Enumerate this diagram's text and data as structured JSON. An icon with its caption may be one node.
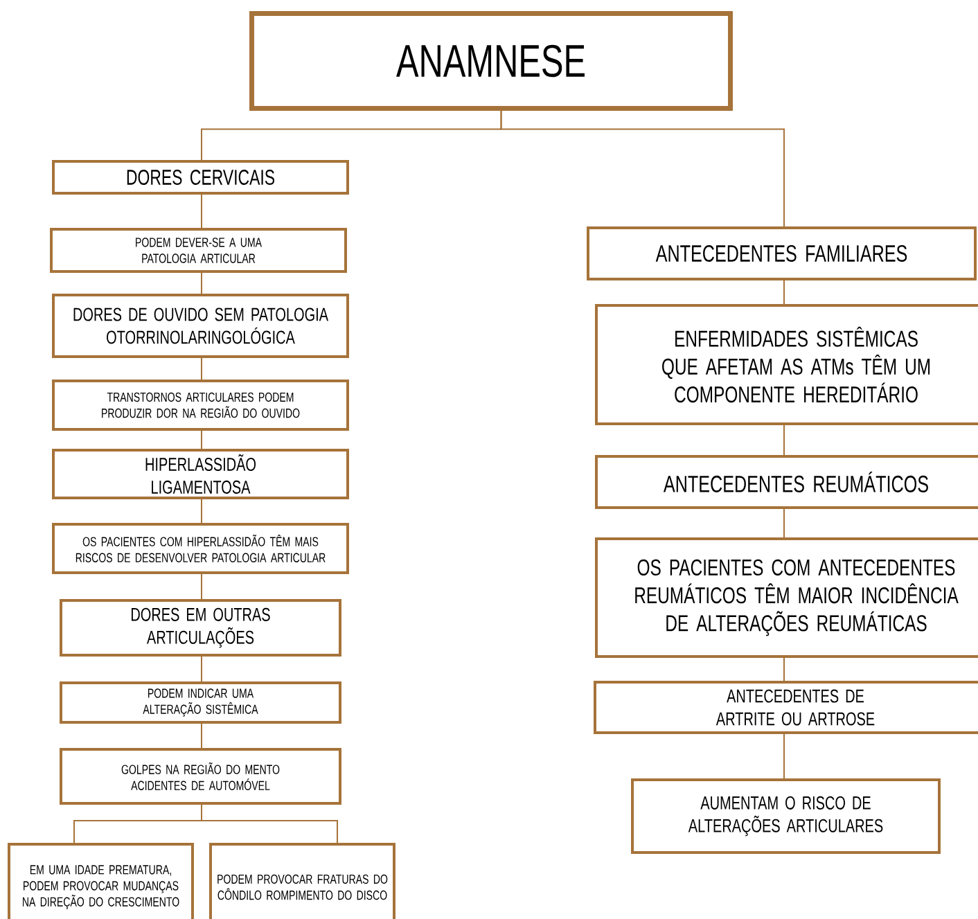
{
  "diagram": {
    "nodes": [
      {
        "text": [
          "ANAMNESE"
        ]
      },
      {
        "text": [
          "DORES CERVICAIS"
        ]
      },
      {
        "text": [
          "PODEM DEVER-SE A UMA PATOLOGIA ARTICULAR"
        ]
      },
      {
        "text": [
          "DORES DE OUVIDO SEM PATOLOGIA OTORRINOLARINGOLÓGICA"
        ]
      },
      {
        "text": [
          "TRANSTORNOS ARTICULARES PODEM PRODUZIR DOR NA REGIÃO DO OUVIDO"
        ]
      },
      {
        "text": [
          "HIPERLASSIDÃO LIGAMENTOSA"
        ]
      },
      {
        "text": [
          "OS PACIENTES COM HIPERLASSIDÃO TÊM MAIS RISCOS DE DESENVOLVER PATOLOGIA ARTICULAR"
        ]
      },
      {
        "text": [
          "DORES EM OUTRAS ARTICULAÇÕES"
        ]
      },
      {
        "text": [
          "PODEM INDICAR UMA ALTERAÇÃO SISTÊMICA"
        ]
      },
      {
        "text": [
          "GOLPES NA REGIÃO DO MENTO ACIDENTES DE AUTOMÓVEL"
        ]
      },
      {
        "text": [
          "EM UMA IDADE PREMATURA, PODEM PROVOCAR MUDANÇAS NA DIREÇÃO DO CRESCIMENTO"
        ]
      },
      {
        "text": [
          "PODEM PROVOCAR FRATURAS DO CÔNDILO ROMPIMENTO DO DISCO"
        ]
      },
      {
        "text": [
          "ANTECEDENTES FAMILIARES"
        ]
      },
      {
        "text": [
          "ENFERMIDADES SISTÊMICAS QUE AFETAM AS ATMs TÊM UM COMPONENTE HEREDITÁRIO"
        ]
      },
      {
        "text": [
          "ANTECEDENTES REUMÁTICOS"
        ]
      },
      {
        "text": [
          "OS PACIENTES COM ANTECEDENTES REUMÁTICOS TÊM MAIOR INCIDÊNCIA DE ALTERAÇÕES REUMÁTICAS"
        ]
      },
      {
        "text": [
          "ANTECEDENTES DE ARTRITE OU ARTROSE"
        ]
      },
      {
        "text": [
          "AUMENTAM O RISCO DE ALTERAÇÕES ARTICULARES"
        ]
      }
    ],
    "edges": [
      {
        "from": 0,
        "to": 1,
        "arrow": "none"
      },
      {
        "from": 0,
        "to": 12,
        "arrow": "none"
      },
      {
        "from": 1,
        "to": 2,
        "arrow": "none"
      },
      {
        "from": 2,
        "to": 3,
        "arrow": "none"
      },
      {
        "from": 3,
        "to": 4,
        "arrow": "none"
      },
      {
        "from": 4,
        "to": 5,
        "arrow": "none"
      },
      {
        "from": 5,
        "to": 6,
        "arrow": "none"
      },
      {
        "from": 6,
        "to": 7,
        "arrow": "none"
      },
      {
        "from": 7,
        "to": 8,
        "arrow": "none"
      },
      {
        "from": 8,
        "to": 9,
        "arrow": "none"
      },
      {
        "from": 9,
        "to": 10,
        "arrow": "none"
      },
      {
        "from": 9,
        "to": 11,
        "arrow": "none"
      },
      {
        "from": 12,
        "to": 13,
        "arrow": "none"
      },
      {
        "from": 13,
        "to": 14,
        "arrow": "none"
      },
      {
        "from": 14,
        "to": 15,
        "arrow": "none"
      },
      {
        "from": 15,
        "to": 16,
        "arrow": "none"
      },
      {
        "from": 16,
        "to": 17,
        "arrow": "none"
      }
    ]
  }
}
